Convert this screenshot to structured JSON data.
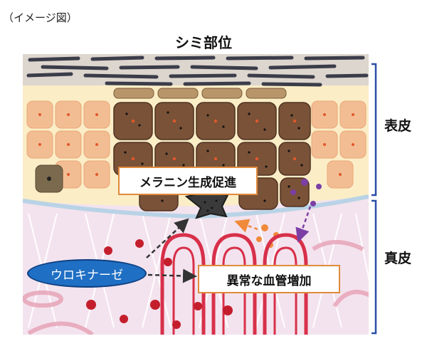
{
  "note": "（イメージ図）",
  "title": "シミ部位",
  "labels": {
    "epidermis": "表皮",
    "dermis": "真皮"
  },
  "boxes": {
    "melanin": "メラニン生成促進",
    "vessel": "異常な血管増加"
  },
  "enzyme": "ウロキナーゼ",
  "colors": {
    "box_border": "#e08a3c",
    "enzyme_fill": "#1f6fc4",
    "bracket": "#2a4fa8",
    "vessel": "#d8304a"
  }
}
